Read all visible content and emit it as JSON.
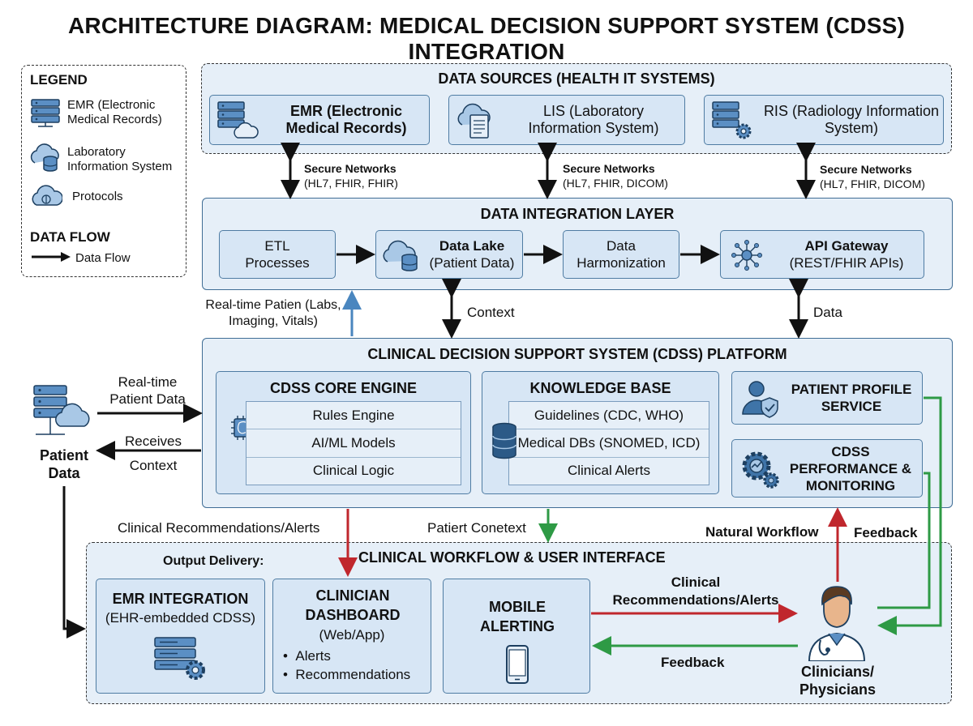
{
  "title": "ARCHITECTURE DIAGRAM: MEDICAL DECISION SUPPORT SYSTEM (CDSS) INTEGRATION",
  "legend": {
    "heading": "LEGEND",
    "items": [
      {
        "label": "EMR (Electronic Medical Records)",
        "icon": "server-icon"
      },
      {
        "label": "Laboratory Information System",
        "icon": "cloud-database-icon"
      },
      {
        "label": "Protocols",
        "icon": "cloud-icon"
      }
    ],
    "flow_heading": "DATA FLOW",
    "flow_label": "Data Flow"
  },
  "data_sources": {
    "title": "DATA SOURCES (HEALTH IT SYSTEMS)",
    "systems": [
      {
        "label": "EMR (Electronic Medical Records)",
        "protocol_title": "Secure Networks",
        "protocol_list": "(HL7, FHIR, FHIR)"
      },
      {
        "label": "LIS (Laboratory Information System)",
        "protocol_title": "Secure Networks",
        "protocol_list": "(HL7, FHIR, DICOM)"
      },
      {
        "label": "RIS (Radiology Information System)",
        "protocol_title": "Secure Networks",
        "protocol_list": "(HL7, FHIR, DICOM)"
      }
    ]
  },
  "integration": {
    "title": "DATA INTEGRATION LAYER",
    "etl": "ETL Processes",
    "lake_title": "Data Lake",
    "lake_sub": "(Patient Data)",
    "harmonization": "Data Harmonization",
    "api_title": "API Gateway",
    "api_sub": "(REST/FHIR APIs)"
  },
  "links": {
    "realtime_up": "Real-time Patien (Labs, Imaging, Vitals)",
    "context": "Context",
    "data": "Data",
    "realtime_in": "Real-time Patient Data",
    "receives": "Receives Context",
    "clinical_recs": "Clinical Recommendations/Alerts",
    "patient_context": "Patiert Conetext",
    "natural_workflow": "Natural Workflow",
    "feedback_top": "Feedback",
    "recs_to_clin": "Clinical Recommendations/Alerts",
    "feedback_bottom": "Feedback"
  },
  "patient": {
    "label": "Patient Data"
  },
  "cdss": {
    "title": "CLINICAL DECISION SUPPORT SYSTEM (CDSS) PLATFORM",
    "core_title": "CDSS CORE ENGINE",
    "core_items": [
      "Rules Engine",
      "AI/ML Models",
      "Clinical Logic"
    ],
    "kb_title": "KNOWLEDGE BASE",
    "kb_items": [
      "Guidelines (CDC, WHO)",
      "Medical DBs (SNOMED, ICD)",
      "Clinical Alerts"
    ],
    "profile": "PATIENT PROFILE SERVICE",
    "monitoring": "CDSS PERFORMANCE & MONITORING"
  },
  "workflow": {
    "title": "CLINICAL WORKFLOW & USER INTERFACE",
    "output_label": "Output Delivery:",
    "emr_title": "EMR INTEGRATION",
    "emr_sub": "(EHR-embedded CDSS)",
    "dash_title": "CLINICIAN DASHBOARD",
    "dash_sub": "(Web/App)",
    "dash_items": [
      "Alerts",
      "Recommendations"
    ],
    "mobile_title": "MOBILE ALERTING",
    "clinicians": "Clinicians/ Physicians"
  },
  "colors": {
    "arrow": "#111111",
    "red": "#c0272d",
    "green": "#2e9a45",
    "blue": "#4a86bf",
    "panel": "#d7e6f5",
    "region": "#e6eff8"
  }
}
